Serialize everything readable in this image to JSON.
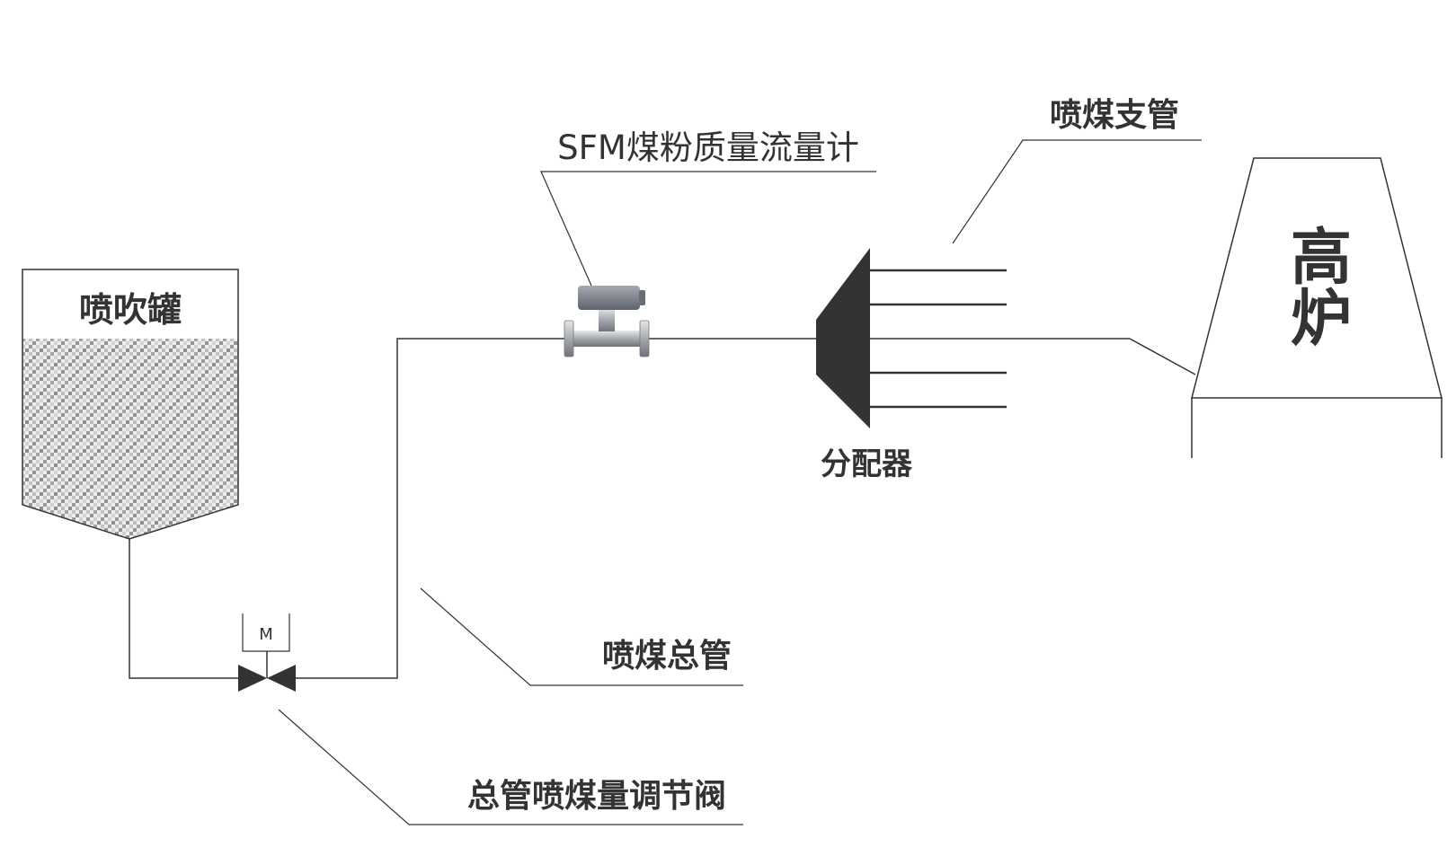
{
  "labels": {
    "tank": "喷吹罐",
    "flowmeter": "SFM煤粉质量流量计",
    "branch_pipe": "喷煤支管",
    "furnace_line1": "高",
    "furnace_line2": "炉",
    "distributor": "分配器",
    "main_pipe": "喷煤总管",
    "valve": "总管喷煤量调节阀",
    "motor": "M"
  },
  "colors": {
    "line": "#333333",
    "text": "#333333",
    "distributor_fill": "#333333",
    "valve_fill": "#333333",
    "flowmeter_body": "#7d828c",
    "flowmeter_pipe": "#a8abb0"
  }
}
